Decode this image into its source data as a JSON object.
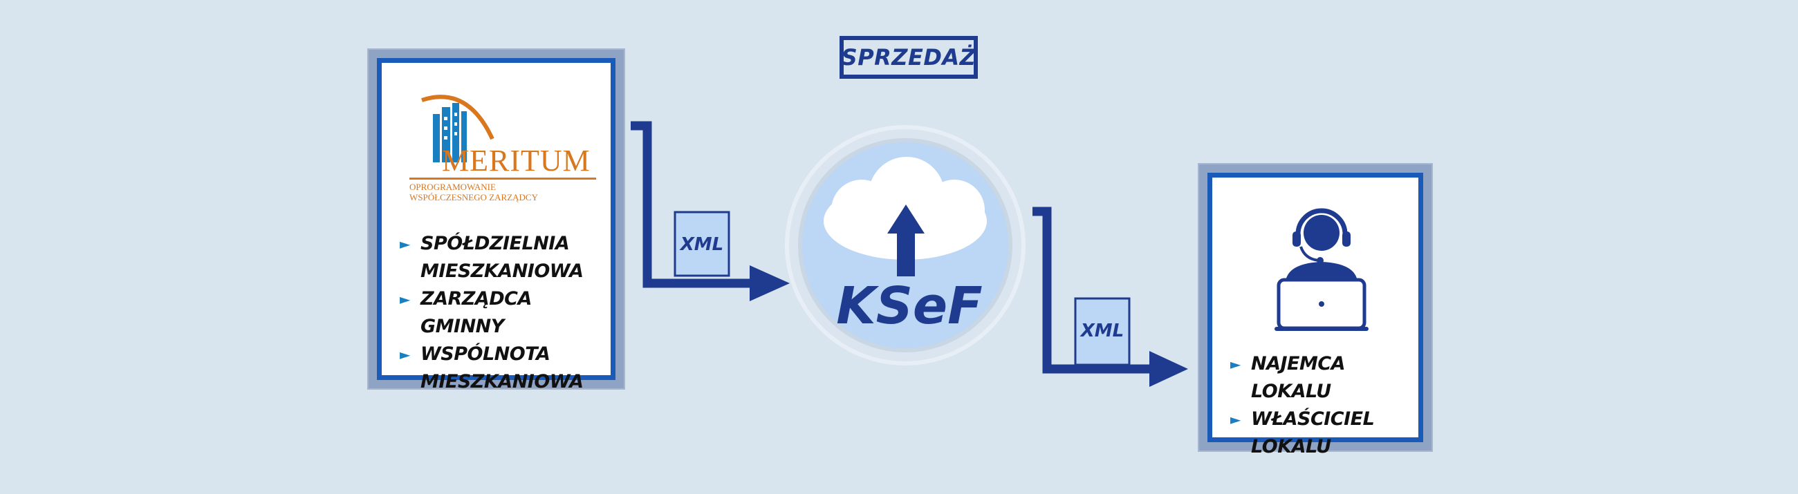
{
  "title": "SPRZEDAŻ",
  "source": {
    "logo": {
      "name": "MERITUM",
      "subtitle_line1": "OPROGRAMOWANIE",
      "subtitle_line2": "WSPÓŁCZESNEGO ZARZĄDCY"
    },
    "items": [
      "SPÓŁDZIELNIA MIESZKANIOWA",
      "ZARZĄDCA GMINNY",
      "WSPÓLNOTA MIESZKANIOWA"
    ]
  },
  "flow1": {
    "document": "XML"
  },
  "hub": {
    "label": "KSeF"
  },
  "flow2": {
    "document": "XML"
  },
  "target": {
    "icon": "support-agent-laptop",
    "items": [
      "NAJEMCA LOKALU",
      "WŁAŚCICIEL LOKALU"
    ]
  },
  "colors": {
    "background": "#d8e4ee",
    "navy": "#1f3b8f",
    "panel_border": "#1a5ab8",
    "logo_orange": "#d9771f",
    "cloud_fill": "#bcd6f5"
  }
}
